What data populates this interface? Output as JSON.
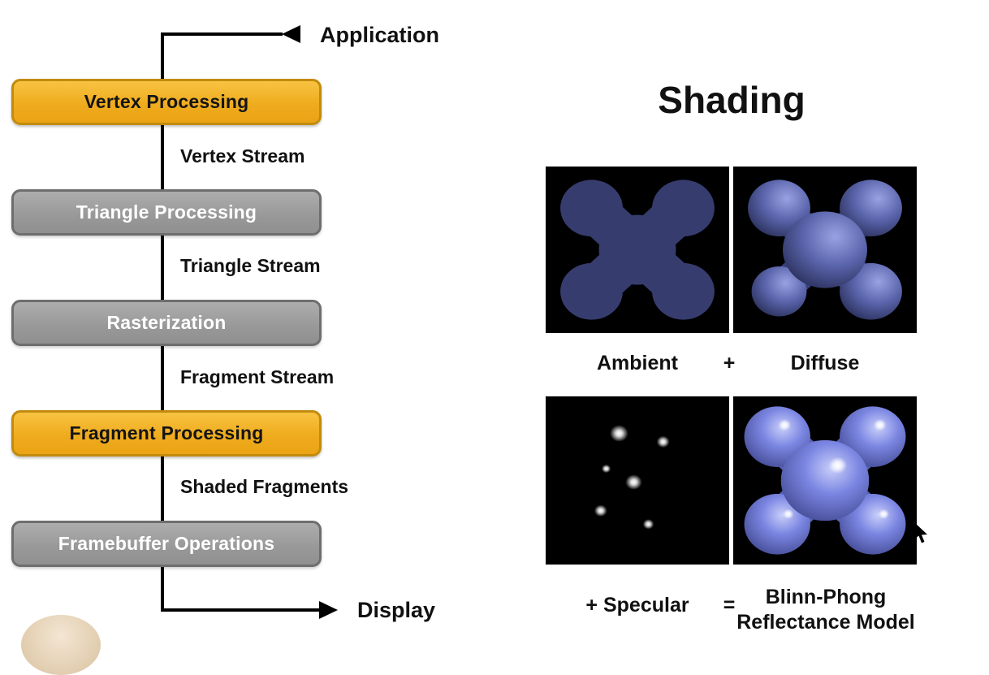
{
  "pipeline": {
    "application_label": "Application",
    "display_label": "Display",
    "stages": [
      {
        "label": "Vertex Processing",
        "style": "highlight"
      },
      {
        "label": "Triangle Processing",
        "style": "normal"
      },
      {
        "label": "Rasterization",
        "style": "normal"
      },
      {
        "label": "Fragment Processing",
        "style": "highlight"
      },
      {
        "label": "Framebuffer Operations",
        "style": "normal"
      }
    ],
    "streams": [
      "Vertex Stream",
      "Triangle Stream",
      "Fragment Stream",
      "Shaded Fragments"
    ]
  },
  "shading": {
    "title": "Shading",
    "equation_row1": {
      "left": "Ambient",
      "op": "+",
      "right": "Diffuse"
    },
    "equation_row2": {
      "left": "+ Specular",
      "op": "=",
      "right_line1": "Blinn-Phong",
      "right_line2": "Reflectance Model"
    },
    "panels": [
      "ambient-render",
      "diffuse-render",
      "specular-render",
      "blinn-phong-render"
    ]
  },
  "icons": {
    "application_arrow": "arrow-left-icon",
    "display_arrow": "arrow-right-icon",
    "cursor": "mouse-cursor-icon"
  },
  "colors": {
    "stage_highlight": "#F2B32A",
    "stage_highlight_border": "#C28B0E",
    "stage_normal": "#9B9B9B",
    "stage_normal_border": "#6E6E6E",
    "blob_ambient": "#363D6E",
    "blob_diffuse_mid": "#5A64AB",
    "blob_blinn_phong": "#7B86E2",
    "panel_background": "#000000"
  }
}
